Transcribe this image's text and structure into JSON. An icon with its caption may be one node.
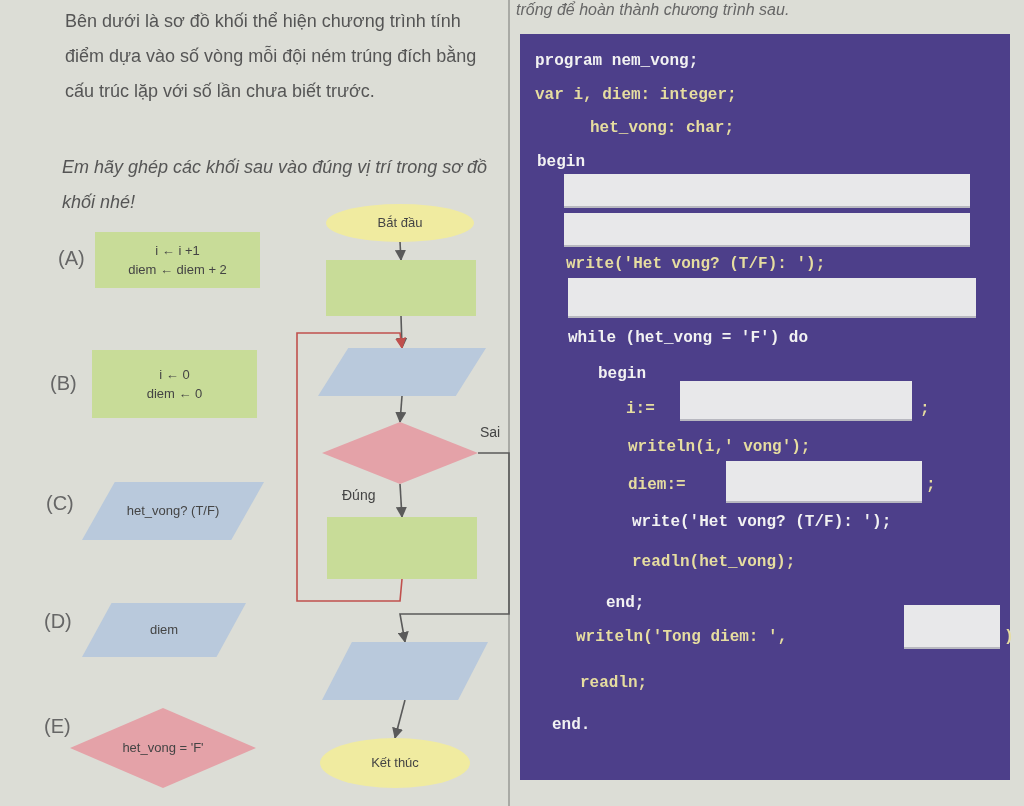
{
  "diagram": {
    "nodes": [
      {
        "text": [
          "i ← i +1",
          "diem ← diem + 2"
        ],
        "beside": [
          "(A)"
        ]
      },
      {
        "text": [
          "i ← 0",
          "diem ← 0"
        ],
        "beside": [
          "(B)"
        ]
      },
      {
        "text": [
          "het_vong? (T/F)"
        ],
        "beside": [
          "(C)"
        ]
      },
      {
        "text": [
          "diem"
        ],
        "beside": [
          "(D)"
        ]
      },
      {
        "text": [
          "het_vong = 'F'"
        ],
        "beside": [
          "(E)"
        ]
      },
      {
        "text": [
          "Bắt đầu"
        ]
      },
      {
        "text": [],
        "shape": "box"
      },
      {
        "text": [],
        "shape": "parallelogram"
      },
      {
        "text": [],
        "shape": "diamond"
      },
      {
        "text": [],
        "shape": "box"
      },
      {
        "text": [],
        "shape": "parallelogram"
      },
      {
        "text": [
          "Kết thúc"
        ]
      }
    ],
    "edges": [
      {
        "from": 5,
        "to": 6,
        "arrow": "to"
      },
      {
        "from": 6,
        "to": 7,
        "arrow": "to"
      },
      {
        "from": 7,
        "to": 8,
        "arrow": "to"
      },
      {
        "from": 8,
        "to": 9,
        "arrow": "to",
        "label": "Đúng"
      },
      {
        "from": 9,
        "to": 7,
        "arrow": "to",
        "color": "#c0504d"
      },
      {
        "from": 8,
        "to": 10,
        "arrow": "to",
        "label": "Sai"
      },
      {
        "from": 10,
        "to": 11,
        "arrow": "to"
      }
    ],
    "labels": [
      "Bên dưới là sơ đồ khối thể hiện chương trình tính điểm dựa vào số vòng mỗi đội ném trúng đích bằng cấu trúc lặp với số lần chưa biết trước.",
      "Em hãy ghép các khối sau vào đúng vị trí trong sơ đồ khối nhé!",
      "trống để hoàn thành chương trình sau.",
      "program nem_vong;",
      "var i, diem: integer;",
      "het_vong: char;",
      "begin",
      "write('Het vong? (T/F): ');",
      "while (het_vong = 'F') do",
      "begin",
      "i:=",
      ";",
      "writeln(i,' vong');",
      "diem:=",
      ";",
      "write('Het vong? (T/F): ');",
      "readln(het_vong);",
      "end;",
      "writeln('Tong diem: ',",
      ")",
      "readln;",
      "end."
    ]
  }
}
